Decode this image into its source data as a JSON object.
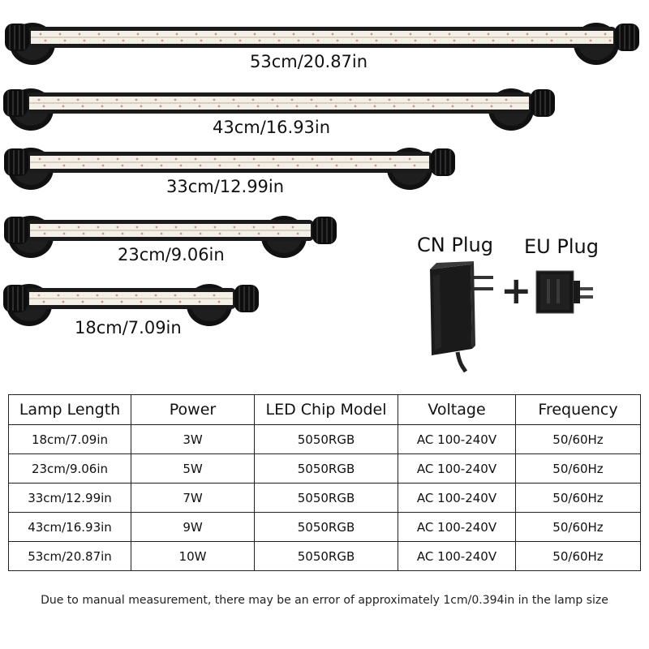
{
  "lamps": [
    {
      "label": "53cm/20.87in"
    },
    {
      "label": "43cm/16.93in"
    },
    {
      "label": "33cm/12.99in"
    },
    {
      "label": "23cm/9.06in"
    },
    {
      "label": "18cm/7.09in"
    }
  ],
  "plugs": {
    "cn_label": "CN Plug",
    "eu_label": "EU Plug",
    "plus": "+"
  },
  "table": {
    "headers": [
      "Lamp Length",
      "Power",
      "LED Chip Model",
      "Voltage",
      "Frequency"
    ],
    "rows": [
      [
        "18cm/7.09in",
        "3W",
        "5050RGB",
        "AC 100-240V",
        "50/60Hz"
      ],
      [
        "23cm/9.06in",
        "5W",
        "5050RGB",
        "AC 100-240V",
        "50/60Hz"
      ],
      [
        "33cm/12.99in",
        "7W",
        "5050RGB",
        "AC 100-240V",
        "50/60Hz"
      ],
      [
        "43cm/16.93in",
        "9W",
        "5050RGB",
        "AC 100-240V",
        "50/60Hz"
      ],
      [
        "53cm/20.87in",
        "10W",
        "5050RGB",
        "AC 100-240V",
        "50/60Hz"
      ]
    ]
  },
  "footnote": "Due to manual measurement, there may be an error of approximately 1cm/0.394in in the lamp size"
}
